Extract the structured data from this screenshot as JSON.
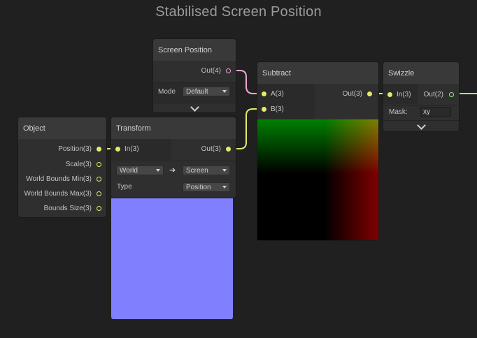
{
  "group": {
    "title": "Stabilised Screen Position"
  },
  "nodes": {
    "screen_position": {
      "title": "Screen Position",
      "out_label": "Out(4)",
      "mode_label": "Mode",
      "mode_value": "Default"
    },
    "subtract": {
      "title": "Subtract",
      "in_a": "A(3)",
      "in_b": "B(3)",
      "out_label": "Out(3)"
    },
    "swizzle": {
      "title": "Swizzle",
      "in_label": "In(3)",
      "out_label": "Out(2)",
      "mask_label": "Mask:",
      "mask_value": "xy"
    },
    "object": {
      "title": "Object",
      "ports": [
        "Position(3)",
        "Scale(3)",
        "World Bounds Min(3)",
        "World Bounds Max(3)",
        "Bounds Size(3)"
      ]
    },
    "transform": {
      "title": "Transform",
      "in_label": "In(3)",
      "out_label": "Out(3)",
      "from_space": "World",
      "arrow": "➔",
      "to_space": "Screen",
      "type_label": "Type",
      "type_value": "Position"
    }
  },
  "colors": {
    "background": "#202020",
    "node_body": "#2f2f2f",
    "node_header": "#393939",
    "vector3_port": "#e5ea6b",
    "vector4_port": "#f0a6d6",
    "vector2_port": "#9ff08e",
    "transform_preview": "#8080ff"
  },
  "icons": {
    "expand": "chevron-down-icon",
    "dropdown": "caret-down-icon",
    "arrow": "arrow-right-icon"
  }
}
